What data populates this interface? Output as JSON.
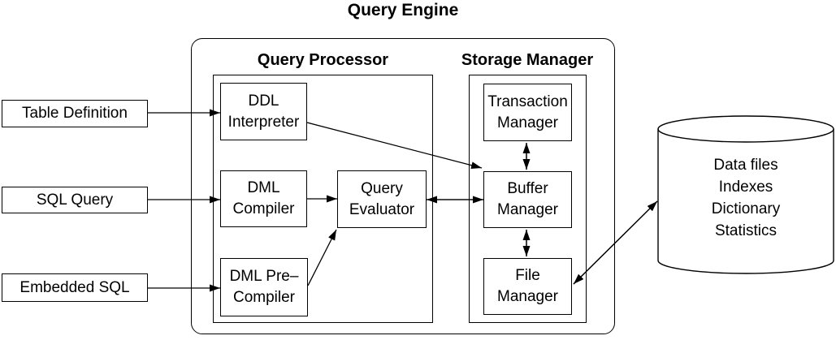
{
  "title": "Query Engine",
  "inputs": {
    "table_definition": {
      "label": "Table Definition"
    },
    "sql_query": {
      "label": "SQL Query"
    },
    "embedded_sql": {
      "label": "Embedded SQL"
    }
  },
  "query_processor": {
    "title": "Query Processor",
    "boxes": {
      "ddl_interpreter": {
        "label": "DDL\nInterpreter"
      },
      "dml_compiler": {
        "label": "DML\nCompiler"
      },
      "dml_precompiler": {
        "label": "DML Pre–\nCompiler"
      },
      "query_evaluator": {
        "label": "Query\nEvaluator"
      }
    }
  },
  "storage_manager": {
    "title": "Storage Manager",
    "boxes": {
      "transaction_manager": {
        "label": "Transaction\nManager"
      },
      "buffer_manager": {
        "label": "Buffer\nManager"
      },
      "file_manager": {
        "label": "File\nManager"
      }
    }
  },
  "database": {
    "lines": [
      "Data files",
      "Indexes",
      "Dictionary",
      "Statistics"
    ]
  },
  "colors": {
    "line": "#000000",
    "background": "#ffffff",
    "text": "#000000"
  }
}
